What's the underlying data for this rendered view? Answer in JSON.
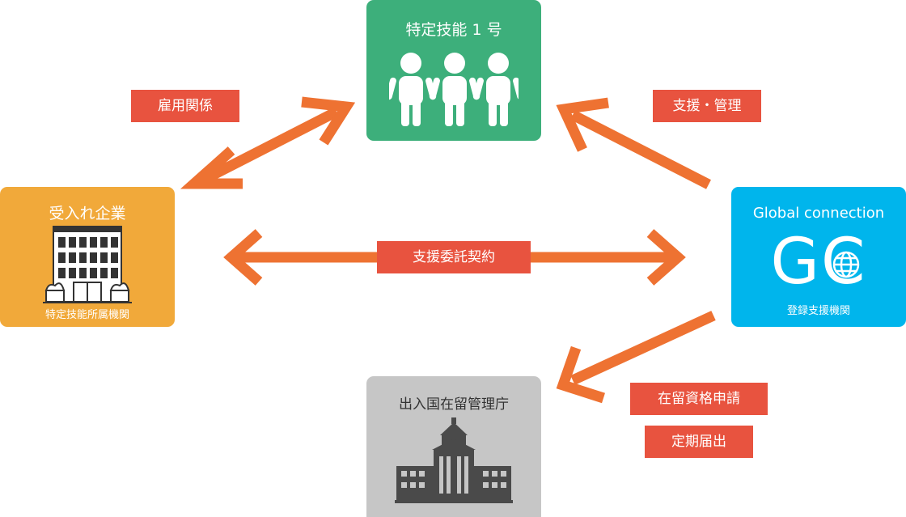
{
  "colors": {
    "arrow": "#ee7232",
    "tag": "#e8533f",
    "worker": "#3daf7b",
    "company": "#f1a93a",
    "support": "#00b5ec",
    "immigration": "#c6c6c6",
    "building_dark": "#4a4a4a"
  },
  "nodes": {
    "workers": {
      "title": "特定技能 1 号",
      "icon": "three-people-icon"
    },
    "company": {
      "title": "受入れ企業",
      "subtitle": "特定技能所属機関",
      "icon": "office-building-icon"
    },
    "support": {
      "title": "Global connection",
      "logo": "GC",
      "subtitle": "登録支援機関",
      "icon": "globe-icon"
    },
    "immigration": {
      "title": "出入国在留管理庁",
      "icon": "government-building-icon"
    }
  },
  "relations": {
    "employment": "雇用関係",
    "support_management": "支援・管理",
    "support_contract": "支援委託契約",
    "residence_application": "在留資格申請",
    "periodic_report": "定期届出"
  }
}
